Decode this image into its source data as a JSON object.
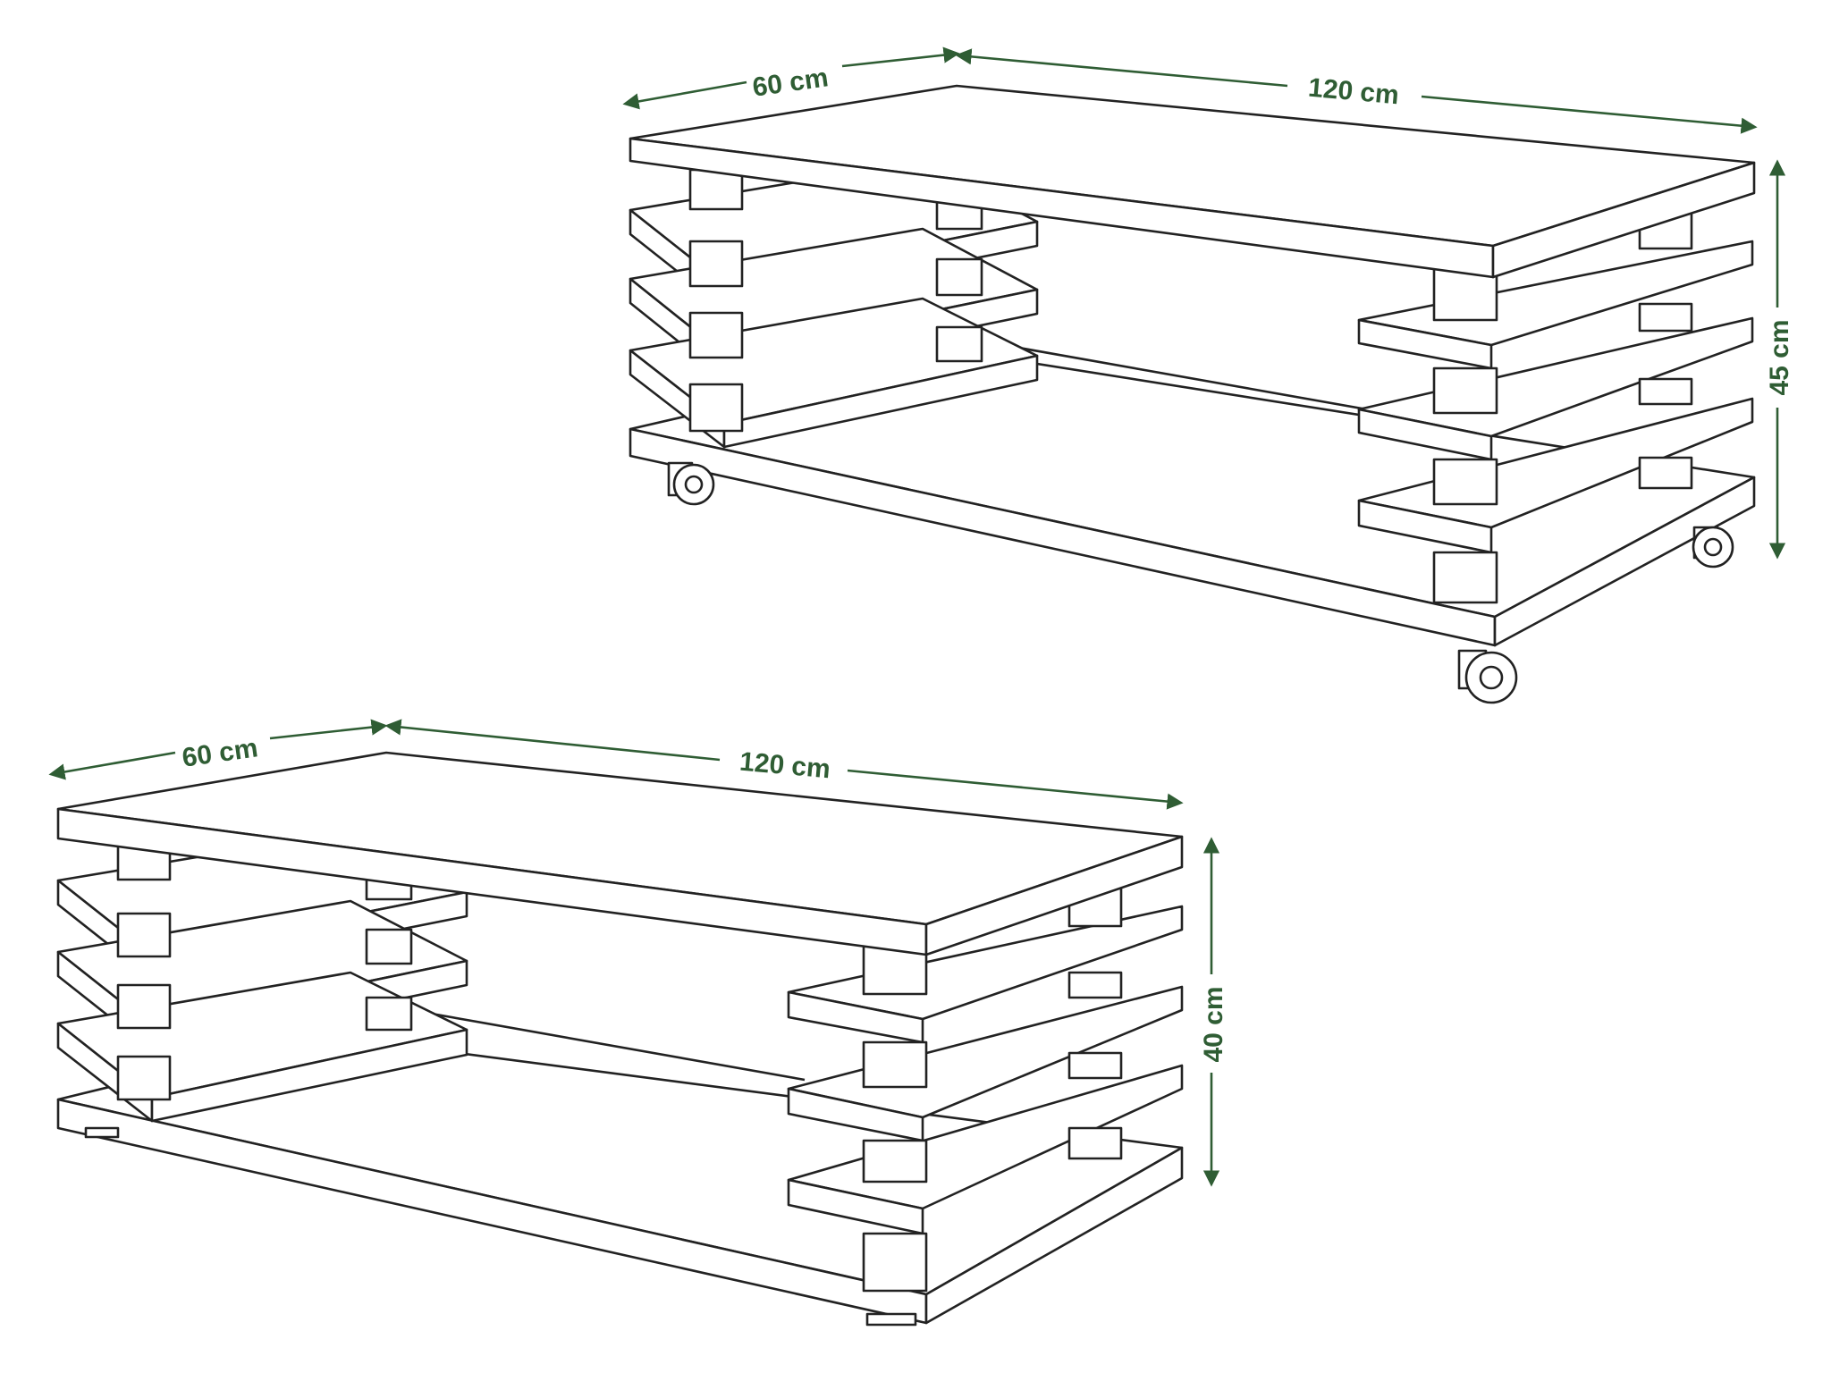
{
  "top_table": {
    "depth_label": "60 cm",
    "width_label": "120 cm",
    "height_label": "45 cm"
  },
  "bottom_table": {
    "depth_label": "60 cm",
    "width_label": "120 cm",
    "height_label": "40 cm"
  },
  "colors": {
    "dimension_green": "#2f5d34",
    "line_dark": "#222222"
  }
}
